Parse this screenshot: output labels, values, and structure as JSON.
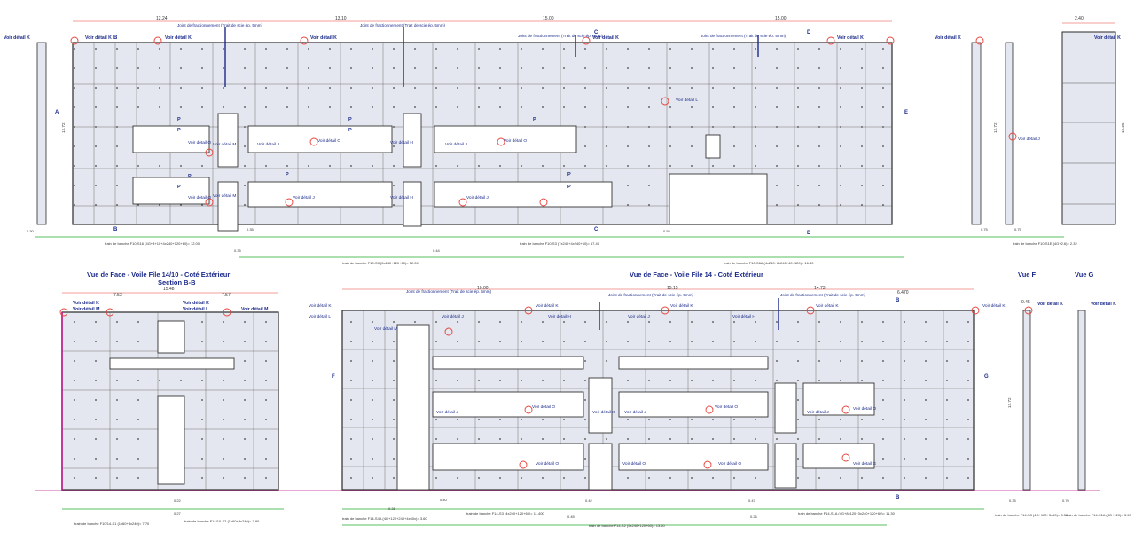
{
  "colors": {
    "panel_fill": "#e4e7ef",
    "panel_stroke": "#2a2a2a",
    "dimension_line": "#e8413a",
    "cote_green": "#1faa2b",
    "callout": "#1b2a8a",
    "accent_magenta": "#c2188c"
  },
  "top": {
    "dims": [
      "12.24",
      "13.10",
      "15.00",
      "15.00",
      "2.40"
    ],
    "details": [
      "Voir détail K",
      "Voir détail K",
      "Voir détail K",
      "Voir détail K",
      "Voir détail K",
      "Voir détail K",
      "Voir détail K",
      "Voir détail K"
    ],
    "joints": [
      "Joint de fractionnement (Trait de scie ép. 5mm)",
      "Joint de fractionnement (Trait de scie ép. 5mm)",
      "Joint de fractionnement (Trait de scie ép. 5mm)",
      "Joint de fractionnement (Trait de scie ép. 5mm)"
    ],
    "section_marks": [
      "A",
      "B",
      "B",
      "C",
      "C",
      "D",
      "D",
      "E"
    ],
    "mid_labels": [
      "Voir détail M",
      "Voir détail M",
      "Voir détail O",
      "Voir détail O",
      "Voir détail J",
      "Voir détail J",
      "Voir détail O",
      "Voir détail O",
      "Voir détail H",
      "Voir détail H",
      "Voir détail J",
      "Voir détail L",
      "Voir détail J",
      "Voir détail J"
    ],
    "p_marks": [
      "P",
      "P",
      "P",
      "P",
      "P",
      "P",
      "P",
      "P",
      "P",
      "P"
    ],
    "heights": [
      "12.72",
      "12.72",
      "12.25"
    ],
    "footers": [
      "train de banche F10-S16 (4G+8+10+4x240+120+60)= 12.00",
      "train de banche F10-S3 (5x240+120+60)= 12.00",
      "train de banche F10-S3 (7x240+4x240+60)= 17.40",
      "train de banche F10-S6A (4x240+6x240+40+120)= 16.40",
      "train de banche F10-S1E (4G+2.6)= 2.32"
    ],
    "small_cotes": [
      "0.30",
      "0.35",
      "0.35",
      "0.44",
      "0.55",
      "0.75",
      "0.75"
    ]
  },
  "bottom": {
    "title_left": "Vue de Face - Voile File 14/10 - Coté Extérieur",
    "section_left": "Section B-B",
    "title_main": "Vue de Face - Voile File 14 - Coté Extérieur",
    "title_f": "Vue F",
    "title_g": "Vue G",
    "dims": [
      "15.48",
      "7.53",
      "7.57",
      "10.00",
      "15.15",
      "14.73",
      "6.470",
      "0.45"
    ],
    "left_details": [
      "Voir détail K",
      "Voir détail M",
      "Voir détail K",
      "Voir détail L",
      "Voir détail M"
    ],
    "main_details": [
      "Voir détail K",
      "Voir détail J",
      "Voir détail K",
      "Voir détail H",
      "Voir détail J",
      "Voir détail K",
      "Voir détail H",
      "Voir détail K",
      "Voir détail K",
      "Voir détail L",
      "Voir détail M",
      "Voir détail J",
      "Voir détail O",
      "Voir détail O",
      "Voir détail J",
      "Voir détail O",
      "Voir détail H",
      "Voir détail J",
      "Voir détail O",
      "Voir détail O",
      "Voir détail O",
      "Voir détail G"
    ],
    "joints": [
      "Joint de fractionnement (Trait de scie ép. 5mm)",
      "Joint de fractionnement (Trait de scie ép. 5mm)",
      "Joint de fractionnement (Trait de scie ép. 5mm)"
    ],
    "section_marks": [
      "F",
      "G",
      "B",
      "B"
    ],
    "side_details": [
      "Voir détail K",
      "Voir détail K"
    ],
    "heights": [
      "12.72"
    ],
    "footers": [
      "train de banche F10/14-S1 (1x60+3x240)= 7.70",
      "train de banche F14/10-S2 (1x60+3x240)= 7.90",
      "train de banche F14-S4A (4G+120+240+4x60x)= 3.60",
      "train de banche F14-S3 (4x240+120+60)= 11.400",
      "train de banche F14-S2 (5x240+120+60)= 13.60",
      "train de banche F14-S1A (4G+8x120+3x240+120+60)= 11.30",
      "train de banche F14-S3 (4G+120+3x60)= 3.50",
      "train de banche F14-S1A (4G+120)= 3.90"
    ],
    "small_cotes": [
      "0.22",
      "0.27",
      "0.31",
      "0.42",
      "0.40",
      "0.45",
      "0.47",
      "0.26",
      "0.35",
      "0.70"
    ]
  }
}
